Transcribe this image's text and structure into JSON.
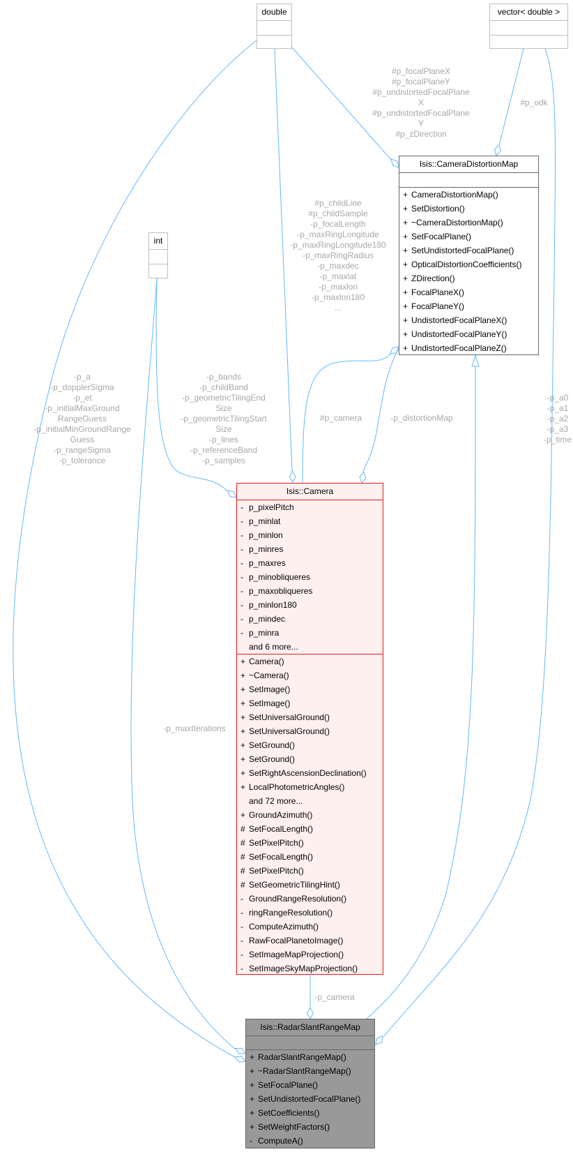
{
  "colors": {
    "edge": "#63b8ff",
    "camera_border": "#e8191b",
    "camera_fill": "#fff0f0",
    "focus_fill": "#999999",
    "label": "#a8a8a8"
  },
  "nodes": {
    "double": {
      "title": "double"
    },
    "vector": {
      "title": "vector< double >"
    },
    "int": {
      "title": "int"
    },
    "cdm": {
      "title": "Isis::CameraDistortionMap",
      "methods": [
        {
          "vis": "+",
          "name": "CameraDistortionMap()"
        },
        {
          "vis": "+",
          "name": "SetDistortion()"
        },
        {
          "vis": "+",
          "name": "~CameraDistortionMap()"
        },
        {
          "vis": "+",
          "name": "SetFocalPlane()"
        },
        {
          "vis": "+",
          "name": "SetUndistortedFocalPlane()"
        },
        {
          "vis": "+",
          "name": "OpticalDistortionCoefficients()"
        },
        {
          "vis": "+",
          "name": "ZDirection()"
        },
        {
          "vis": "+",
          "name": "FocalPlaneX()"
        },
        {
          "vis": "+",
          "name": "FocalPlaneY()"
        },
        {
          "vis": "+",
          "name": "UndistortedFocalPlaneX()"
        },
        {
          "vis": "+",
          "name": "UndistortedFocalPlaneY()"
        },
        {
          "vis": "+",
          "name": "UndistortedFocalPlaneZ()"
        }
      ]
    },
    "camera": {
      "title": "Isis::Camera",
      "attributes": [
        {
          "vis": "-",
          "name": "p_pixelPitch"
        },
        {
          "vis": "-",
          "name": "p_minlat"
        },
        {
          "vis": "-",
          "name": "p_minlon"
        },
        {
          "vis": "-",
          "name": "p_minres"
        },
        {
          "vis": "-",
          "name": "p_maxres"
        },
        {
          "vis": "-",
          "name": "p_minobliqueres"
        },
        {
          "vis": "-",
          "name": "p_maxobliqueres"
        },
        {
          "vis": "-",
          "name": "p_minlon180"
        },
        {
          "vis": "-",
          "name": "p_mindec"
        },
        {
          "vis": "-",
          "name": "p_minra"
        },
        {
          "vis": "",
          "name": "and 6 more..."
        }
      ],
      "methods": [
        {
          "vis": "+",
          "name": "Camera()"
        },
        {
          "vis": "+",
          "name": "~Camera()"
        },
        {
          "vis": "+",
          "name": "SetImage()"
        },
        {
          "vis": "+",
          "name": "SetImage()"
        },
        {
          "vis": "+",
          "name": "SetUniversalGround()"
        },
        {
          "vis": "+",
          "name": "SetUniversalGround()"
        },
        {
          "vis": "+",
          "name": "SetGround()"
        },
        {
          "vis": "+",
          "name": "SetGround()"
        },
        {
          "vis": "+",
          "name": "SetRightAscensionDeclination()"
        },
        {
          "vis": "+",
          "name": "LocalPhotometricAngles()"
        },
        {
          "vis": "",
          "name": "and 72 more..."
        },
        {
          "vis": "+",
          "name": "GroundAzimuth()"
        },
        {
          "vis": "#",
          "name": "SetFocalLength()"
        },
        {
          "vis": "#",
          "name": "SetPixelPitch()"
        },
        {
          "vis": "#",
          "name": "SetFocalLength()"
        },
        {
          "vis": "#",
          "name": "SetPixelPitch()"
        },
        {
          "vis": "#",
          "name": "SetGeometricTilingHint()"
        },
        {
          "vis": "-",
          "name": "GroundRangeResolution()"
        },
        {
          "vis": "-",
          "name": "ringRangeResolution()"
        },
        {
          "vis": "-",
          "name": "ComputeAzimuth()"
        },
        {
          "vis": "-",
          "name": "RawFocalPlanetoImage()"
        },
        {
          "vis": "-",
          "name": "SetImageMapProjection()"
        },
        {
          "vis": "-",
          "name": "SetImageSkyMapProjection()"
        }
      ]
    },
    "radar": {
      "title": "Isis::RadarSlantRangeMap",
      "methods": [
        {
          "vis": "+",
          "name": "RadarSlantRangeMap()"
        },
        {
          "vis": "+",
          "name": "~RadarSlantRangeMap()"
        },
        {
          "vis": "+",
          "name": "SetFocalPlane()"
        },
        {
          "vis": "+",
          "name": "SetUndistortedFocalPlane()"
        },
        {
          "vis": "+",
          "name": "SetCoefficients()"
        },
        {
          "vis": "+",
          "name": "SetWeightFactors()"
        },
        {
          "vis": "-",
          "name": "ComputeA()"
        }
      ]
    }
  },
  "edge_labels": {
    "double_to_cdm": [
      "#p_focalPlaneX",
      "#p_focalPlaneY",
      "#p_undistortedFocalPlane",
      "X",
      "#p_undistortedFocalPlane",
      "Y",
      "#p_zDirection"
    ],
    "vector_to_cdm": [
      "#p_odk"
    ],
    "double_to_camera": [
      "#p_childLine",
      "#p_childSample",
      "-p_focalLength",
      "-p_maxRingLongitude",
      "-p_maxRingLongitude180",
      "-p_maxRingRadius",
      "-p_maxdec",
      "-p_maxlat",
      "-p_maxlon",
      "-p_maxlon180",
      "..."
    ],
    "double_to_radar": [
      "-p_a",
      "-p_dopplerSigma",
      "-p_et",
      "-p_initialMaxGround",
      "RangeGuess",
      "-p_initialMinGroundRange",
      "Guess",
      "-p_rangeSigma",
      "-p_tolerance"
    ],
    "int_to_camera": [
      "-p_bands",
      "-p_childBand",
      "-p_geometricTilingEnd",
      "Size",
      "-p_geometricTilingStart",
      "Size",
      "-p_lines",
      "-p_referenceBand",
      "-p_samples"
    ],
    "camera_to_cdm": [
      "#p_camera"
    ],
    "cdm_to_camera": [
      "-p_distortionMap"
    ],
    "vector_to_radar": [
      "-p_a0",
      "-p_a1",
      "-p_a2",
      "-p_a3",
      "-p_time"
    ],
    "int_to_radar": [
      "-p_maxIterations"
    ],
    "camera_to_radar": [
      "-p_camera"
    ]
  }
}
